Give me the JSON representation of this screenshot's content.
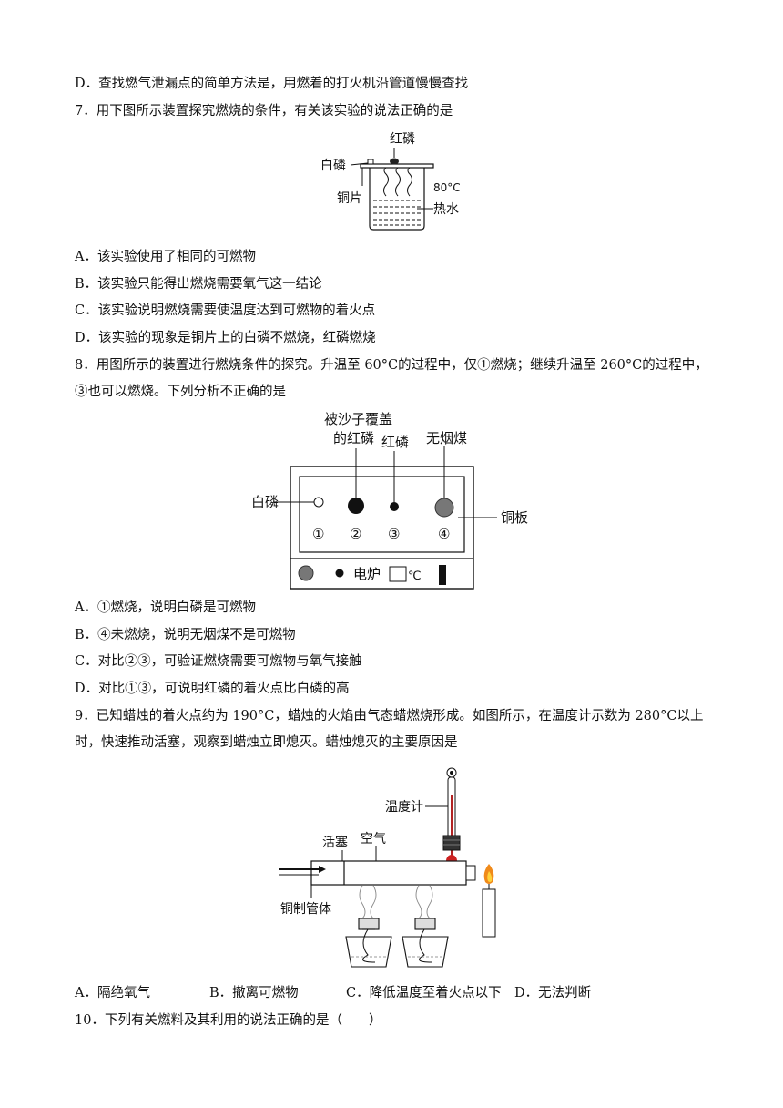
{
  "prev": {
    "option_d": "D．查找燃气泄漏点的简单方法是，用燃着的打火机沿管道慢慢查找"
  },
  "q7": {
    "stem": "7．用下图所示装置探究燃烧的条件，有关该实验的说法正确的是",
    "figure": {
      "red_phosphorus": "红磷",
      "white_phosphorus": "白磷",
      "copper_sheet": "铜片",
      "temperature": "80°C",
      "hot_water": "热水"
    },
    "options": [
      "A．该实验使用了相同的可燃物",
      "B．该实验只能得出燃烧需要氧气这一结论",
      "C．该实验说明燃烧需要使温度达到可燃物的着火点",
      "D．该实验的现象是铜片上的白磷不燃烧，红磷燃烧"
    ]
  },
  "q8": {
    "stem_line1": "8．用图所示的装置进行燃烧条件的探究。升温至 60°C的过程中，仅①燃烧；继续升温至 260°C的过程中，",
    "stem_line2": "③也可以燃烧。下列分析不正确的是",
    "figure": {
      "covered_red_p_l1": "被沙子覆盖",
      "covered_red_p_l2": "的红磷",
      "red_phosphorus": "红磷",
      "anthracite": "无烟煤",
      "white_phosphorus": "白磷",
      "copper_plate": "铜板",
      "n1": "①",
      "n2": "②",
      "n3": "③",
      "n4": "④",
      "stove": "电炉",
      "degree": "℃"
    },
    "options": [
      "A．①燃烧，说明白磷是可燃物",
      "B．④未燃烧，说明无烟煤不是可燃物",
      "C．对比②③，可验证燃烧需要可燃物与氧气接触",
      "D．对比①③，可说明红磷的着火点比白磷的高"
    ]
  },
  "q9": {
    "stem_line1": "9．已知蜡烛的着火点约为 190°C，蜡烛的火焰由气态蜡燃烧形成。如图所示，在温度计示数为 280°C以上",
    "stem_line2": "时，快速推动活塞，观察到蜡烛立即熄灭。蜡烛熄灭的主要原因是",
    "figure": {
      "thermometer": "温度计",
      "piston": "活塞",
      "air": "空气",
      "copper_tube": "铜制管体"
    },
    "options": [
      "A．隔绝氧气",
      "B．撤离可燃物",
      "C．降低温度至着火点以下",
      "D．无法判断"
    ]
  },
  "q10": {
    "stem": "10．下列有关燃料及其利用的说法正确的是（　　）"
  }
}
